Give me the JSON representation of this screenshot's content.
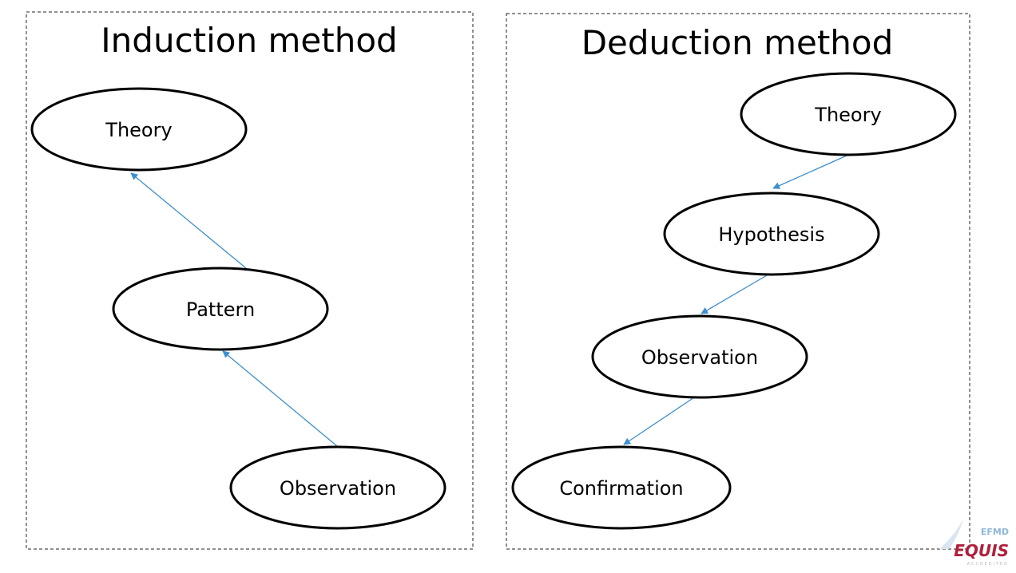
{
  "panels": [
    {
      "title": "Induction method",
      "nodes": [
        "Theory",
        "Pattern",
        "Observation"
      ]
    },
    {
      "title": "Deduction method",
      "nodes": [
        "Theory",
        "Hypothesis",
        "Observation",
        "Confirmation"
      ]
    }
  ],
  "logo": {
    "top": "EFMD",
    "main": "EQUIS",
    "sub": "ACCREDITED"
  },
  "colors": {
    "arrow": "#3e8fd0",
    "outline": "#000000",
    "logo_main": "#b01f3c",
    "logo_top": "#8fb8dc"
  }
}
